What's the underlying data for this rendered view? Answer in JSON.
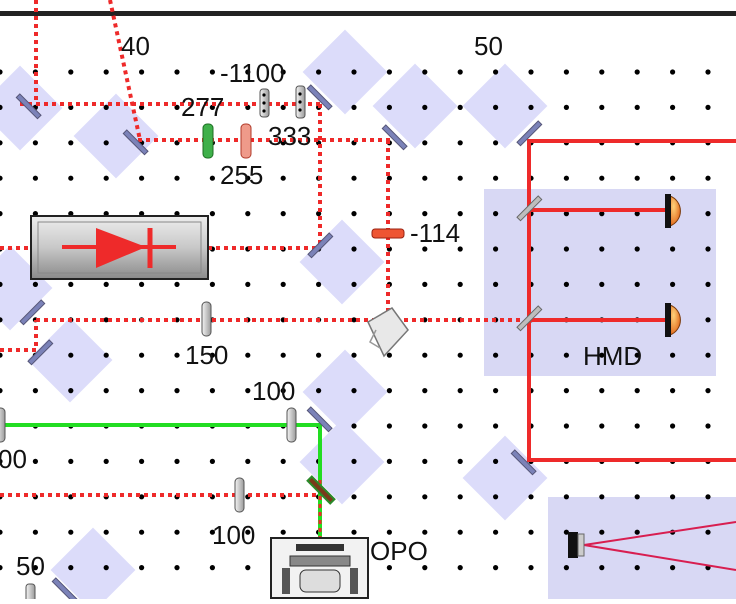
{
  "ruler_marks": [
    "40",
    "50"
  ],
  "lens_labels": {
    "l_neg1100": "-1100",
    "l_277": "277",
    "l_333": "333",
    "l_255": "255",
    "l_neg114": "-114",
    "l_150": "150",
    "l_100a": "100",
    "l_100b": "100",
    "l_00": "00",
    "l_50": "50"
  },
  "component_labels": {
    "hmd": "HMD",
    "opo": "OPO"
  },
  "colors": {
    "beam_red": "#ee2a2a",
    "beam_green": "#22dd22",
    "mount_lavender": "#dcdcfa",
    "hmd_panel": "#d8d8f4",
    "detector_orange": "#e8741a"
  }
}
